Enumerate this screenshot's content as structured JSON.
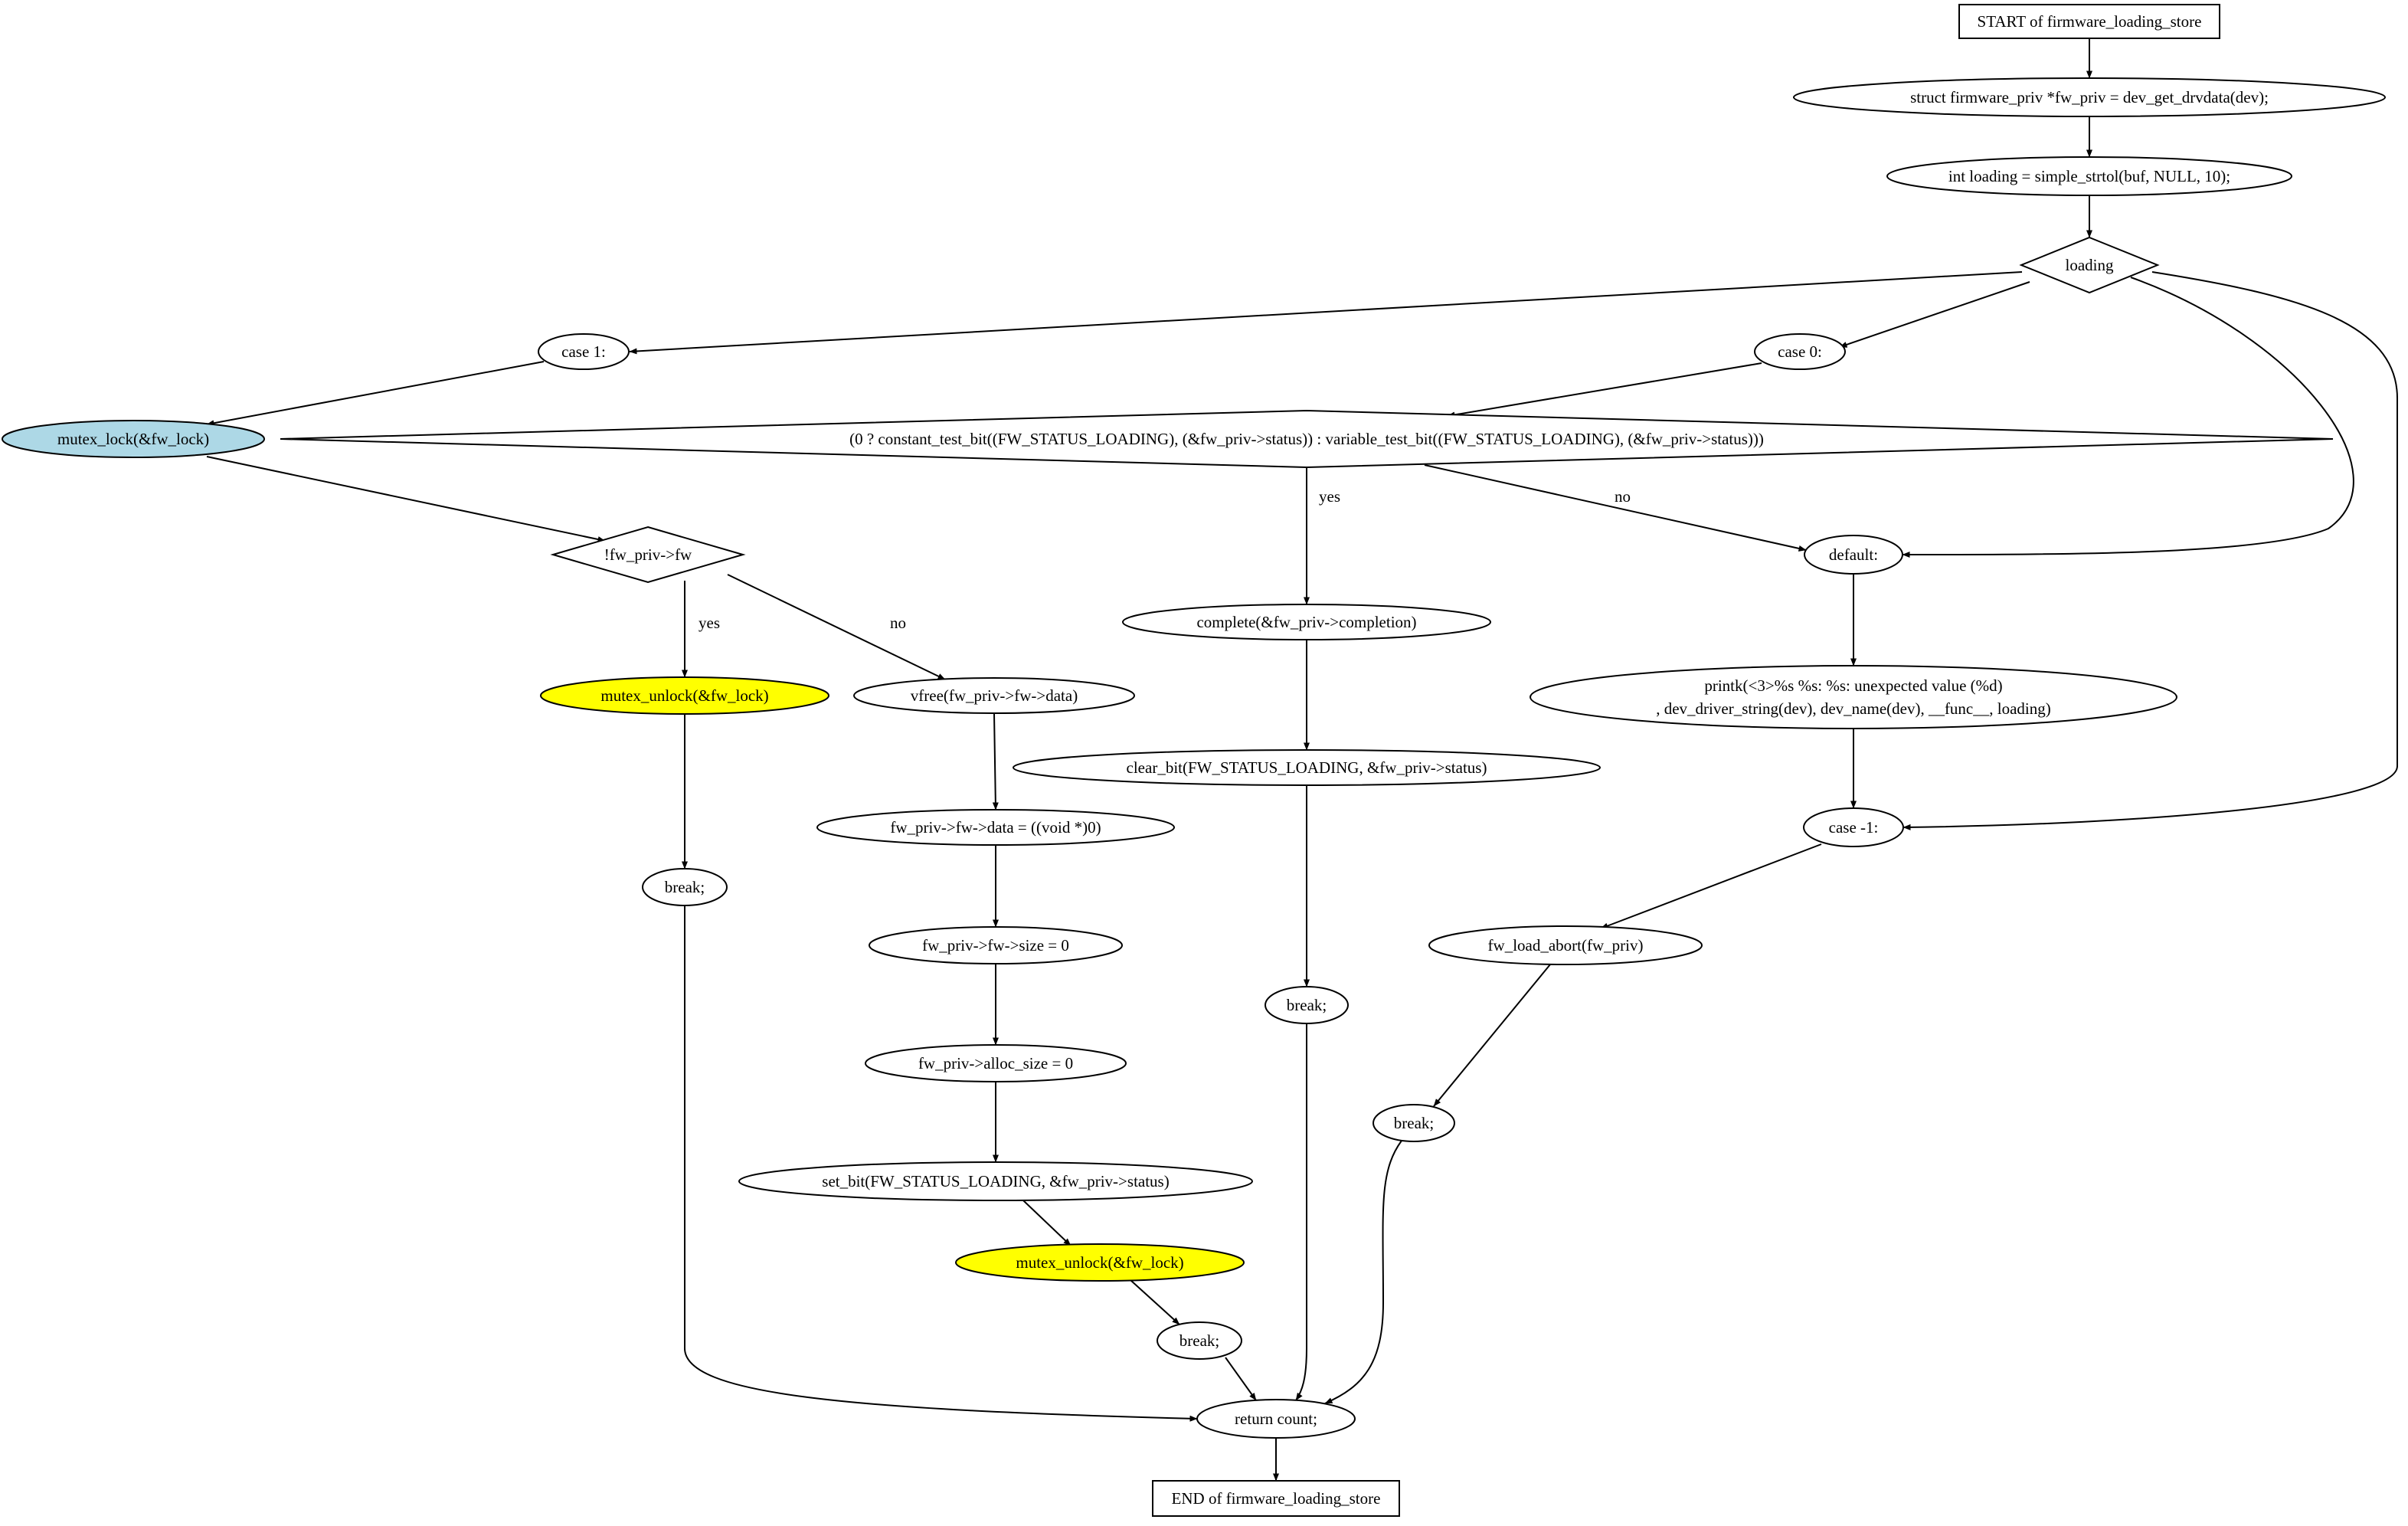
{
  "colors": {
    "default_fill": "#ffffff",
    "mutex_lock_fill": "#add8e6",
    "mutex_unlock_fill": "#ffff00",
    "stroke": "#000000"
  },
  "nodes": [
    {
      "id": "start",
      "shape": "rect",
      "label": "START of firmware_loading_store"
    },
    {
      "id": "fw_priv_decl",
      "shape": "ellipse",
      "label": "struct firmware_priv *fw_priv = dev_get_drvdata(dev);"
    },
    {
      "id": "loading_decl",
      "shape": "ellipse",
      "label": "int loading = simple_strtol(buf, NULL, 10);"
    },
    {
      "id": "switch_loading",
      "shape": "diamond",
      "label": "loading"
    },
    {
      "id": "case_1",
      "shape": "ellipse",
      "label": "case 1:"
    },
    {
      "id": "case_0",
      "shape": "ellipse",
      "label": "case 0:"
    },
    {
      "id": "mutex_lock",
      "shape": "ellipse",
      "label": "mutex_lock(&fw_lock)",
      "fill": "mutex_lock_fill"
    },
    {
      "id": "test_bit",
      "shape": "diamond",
      "label": "(0 ? constant_test_bit((FW_STATUS_LOADING), (&fw_priv->status)) : variable_test_bit((FW_STATUS_LOADING), (&fw_priv->status)))"
    },
    {
      "id": "check_fw",
      "shape": "diamond",
      "label": "!fw_priv->fw"
    },
    {
      "id": "default",
      "shape": "ellipse",
      "label": "default:"
    },
    {
      "id": "complete",
      "shape": "ellipse",
      "label": "complete(&fw_priv->completion)"
    },
    {
      "id": "unlock_1",
      "shape": "ellipse",
      "label": "mutex_unlock(&fw_lock)",
      "fill": "mutex_unlock_fill"
    },
    {
      "id": "vfree",
      "shape": "ellipse",
      "label": "vfree(fw_priv->fw->data)"
    },
    {
      "id": "printk",
      "shape": "ellipse",
      "label": "printk(<3>%s %s: %s: unexpected value (%d)",
      "label2": ", dev_driver_string(dev), dev_name(dev), __func__, loading)"
    },
    {
      "id": "clear_bit",
      "shape": "ellipse",
      "label": "clear_bit(FW_STATUS_LOADING, &fw_priv->status)"
    },
    {
      "id": "data_null",
      "shape": "ellipse",
      "label": "fw_priv->fw->data = ((void *)0)"
    },
    {
      "id": "case_m1",
      "shape": "ellipse",
      "label": "case -1:"
    },
    {
      "id": "break_1",
      "shape": "ellipse",
      "label": "break;"
    },
    {
      "id": "size_zero",
      "shape": "ellipse",
      "label": "fw_priv->fw->size = 0"
    },
    {
      "id": "fw_load_abort",
      "shape": "ellipse",
      "label": "fw_load_abort(fw_priv)"
    },
    {
      "id": "break_2",
      "shape": "ellipse",
      "label": "break;"
    },
    {
      "id": "alloc_zero",
      "shape": "ellipse",
      "label": "fw_priv->alloc_size = 0"
    },
    {
      "id": "break_3",
      "shape": "ellipse",
      "label": "break;"
    },
    {
      "id": "set_bit",
      "shape": "ellipse",
      "label": "set_bit(FW_STATUS_LOADING, &fw_priv->status)"
    },
    {
      "id": "unlock_2",
      "shape": "ellipse",
      "label": "mutex_unlock(&fw_lock)",
      "fill": "mutex_unlock_fill"
    },
    {
      "id": "break_4",
      "shape": "ellipse",
      "label": "break;"
    },
    {
      "id": "return_count",
      "shape": "ellipse",
      "label": "return count;"
    },
    {
      "id": "end",
      "shape": "rect",
      "label": "END of firmware_loading_store"
    }
  ],
  "edges": [
    {
      "from": "start",
      "to": "fw_priv_decl"
    },
    {
      "from": "fw_priv_decl",
      "to": "loading_decl"
    },
    {
      "from": "loading_decl",
      "to": "switch_loading"
    },
    {
      "from": "switch_loading",
      "to": "case_1"
    },
    {
      "from": "switch_loading",
      "to": "case_0"
    },
    {
      "from": "switch_loading",
      "to": "default"
    },
    {
      "from": "switch_loading",
      "to": "case_m1"
    },
    {
      "from": "case_1",
      "to": "mutex_lock"
    },
    {
      "from": "case_0",
      "to": "test_bit"
    },
    {
      "from": "mutex_lock",
      "to": "check_fw"
    },
    {
      "from": "test_bit",
      "to": "complete",
      "label": "yes"
    },
    {
      "from": "test_bit",
      "to": "default",
      "label": "no"
    },
    {
      "from": "check_fw",
      "to": "unlock_1",
      "label": "yes"
    },
    {
      "from": "check_fw",
      "to": "vfree",
      "label": "no"
    },
    {
      "from": "default",
      "to": "printk"
    },
    {
      "from": "complete",
      "to": "clear_bit"
    },
    {
      "from": "unlock_1",
      "to": "break_1"
    },
    {
      "from": "vfree",
      "to": "data_null"
    },
    {
      "from": "printk",
      "to": "case_m1"
    },
    {
      "from": "clear_bit",
      "to": "break_3"
    },
    {
      "from": "data_null",
      "to": "size_zero"
    },
    {
      "from": "case_m1",
      "to": "fw_load_abort"
    },
    {
      "from": "size_zero",
      "to": "alloc_zero"
    },
    {
      "from": "fw_load_abort",
      "to": "break_2"
    },
    {
      "from": "alloc_zero",
      "to": "set_bit"
    },
    {
      "from": "set_bit",
      "to": "unlock_2"
    },
    {
      "from": "unlock_2",
      "to": "break_4"
    },
    {
      "from": "break_1",
      "to": "return_count"
    },
    {
      "from": "break_4",
      "to": "return_count"
    },
    {
      "from": "break_3",
      "to": "return_count"
    },
    {
      "from": "break_2",
      "to": "return_count"
    },
    {
      "from": "return_count",
      "to": "end"
    }
  ]
}
